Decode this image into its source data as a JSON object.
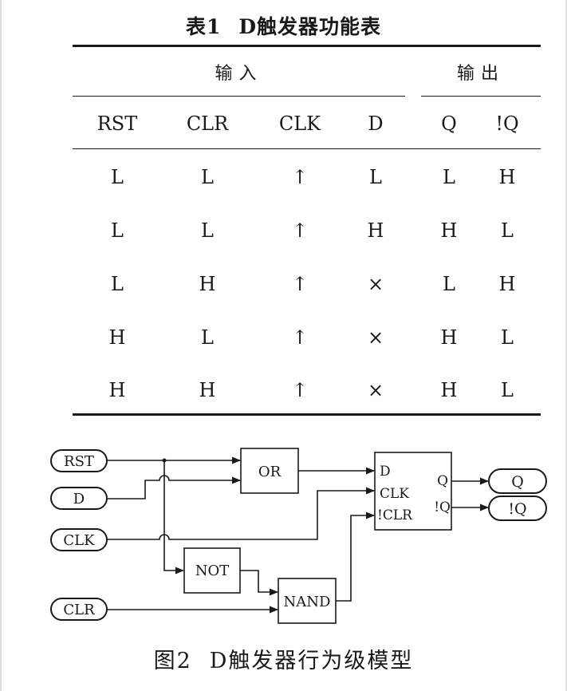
{
  "table": {
    "title_label": "表1",
    "title_text": "D触发器功能表",
    "group_input": "输入",
    "group_output": "输出",
    "columns": [
      "RST",
      "CLR",
      "CLK",
      "D",
      "Q",
      "!Q"
    ],
    "rows": [
      [
        "L",
        "L",
        "↑",
        "L",
        "L",
        "H"
      ],
      [
        "L",
        "L",
        "↑",
        "H",
        "H",
        "L"
      ],
      [
        "L",
        "H",
        "↑",
        "×",
        "L",
        "H"
      ],
      [
        "H",
        "L",
        "↑",
        "×",
        "H",
        "L"
      ],
      [
        "H",
        "H",
        "↑",
        "×",
        "H",
        "L"
      ]
    ]
  },
  "diagram": {
    "inputs": {
      "rst": "RST",
      "d": "D",
      "clk": "CLK",
      "clr": "CLR"
    },
    "gates": {
      "or": "OR",
      "not": "NOT",
      "nand": "NAND"
    },
    "flipflop": {
      "d": "D",
      "clk": "CLK",
      "clr": "!CLR",
      "q": "Q",
      "nq": "!Q"
    },
    "outputs": {
      "q": "Q",
      "nq": "!Q"
    }
  },
  "caption": {
    "label": "图2",
    "text": "D触发器行为级模型"
  }
}
